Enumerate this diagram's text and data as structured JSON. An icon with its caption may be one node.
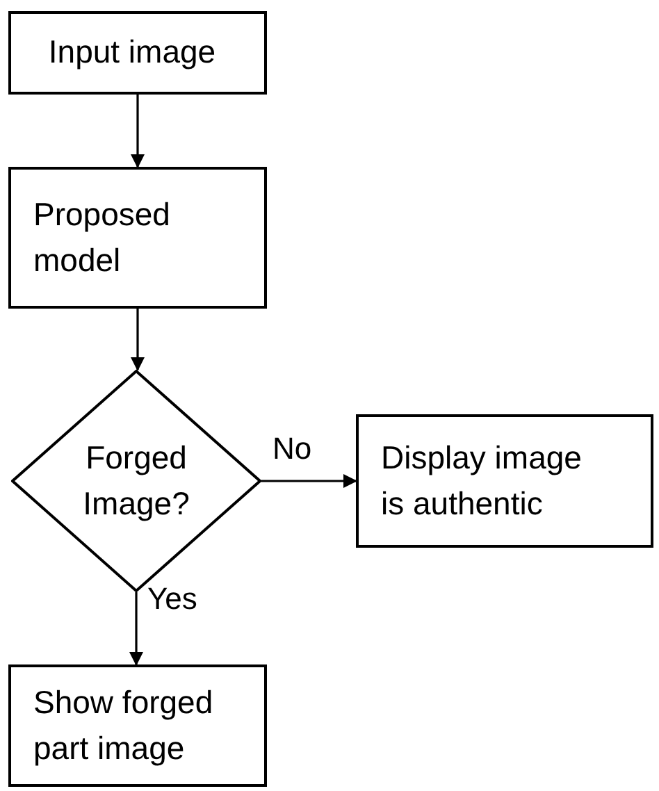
{
  "diagram": {
    "nodes": [
      {
        "text": [
          "Input image"
        ]
      },
      {
        "text": [
          "Proposed model"
        ]
      },
      {
        "text": [
          "Forged Image?"
        ]
      },
      {
        "text": [
          "Display image is authentic"
        ]
      },
      {
        "text": [
          "Show forged part image"
        ]
      }
    ],
    "edges": [
      {
        "from": 0,
        "to": 1,
        "arrow": "to"
      },
      {
        "from": 1,
        "to": 2,
        "arrow": "to"
      },
      {
        "from": 2,
        "to": 3,
        "arrow": "to",
        "label": "No"
      },
      {
        "from": 2,
        "to": 4,
        "arrow": "to",
        "label": "Yes"
      }
    ]
  }
}
